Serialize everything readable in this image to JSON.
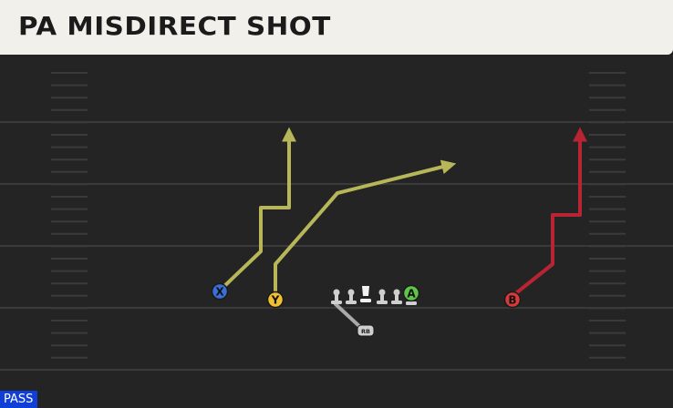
{
  "play": {
    "title": "PA MISDIRECT SHOT",
    "type_badge": "PASS"
  },
  "players": {
    "x": "X",
    "y": "Y",
    "a": "A",
    "b": "B",
    "rb": "RB"
  },
  "colors": {
    "x_button": "#3a6fd8",
    "y_button": "#f0c030",
    "a_button": "#5fc44a",
    "b_button": "#d83a3a",
    "route_yellow": "#b7b75a",
    "route_red": "#b82434",
    "route_gray": "#aaaaaa",
    "field": "#242424",
    "badge": "#0f3fd6"
  },
  "icons": {
    "lineman": "lineman-icon",
    "center": "center-icon"
  }
}
